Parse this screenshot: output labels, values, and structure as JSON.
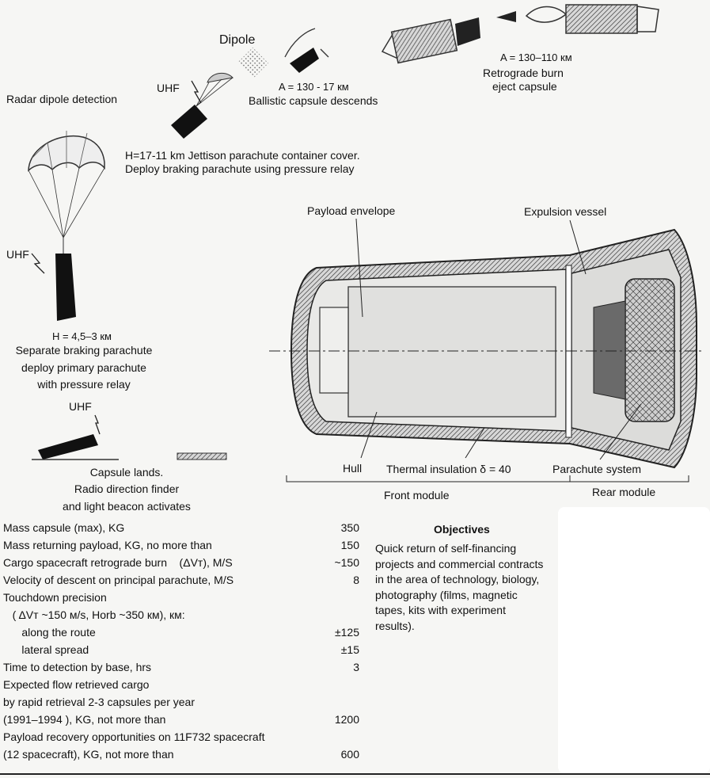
{
  "flight_labels": {
    "dipole": "Dipole",
    "uhf_1": "UHF",
    "radar": "Radar dipole detection",
    "alt_ballistic": "A = 130 - 17 км",
    "ballistic": "Ballistic capsule descends",
    "alt_retro": "A = 130–110 км",
    "retro_1": "Retrograde burn",
    "retro_2": "eject capsule",
    "jettison_1": "H=17-11 km Jettison parachute container cover.",
    "jettison_2": "Deploy braking parachute using pressure relay",
    "uhf_2": "UHF",
    "alt_primary": "H = 4,5–3 км",
    "separate_1": "Separate braking parachute",
    "separate_2": "deploy primary parachute",
    "separate_3": "with pressure relay",
    "uhf_3": "UHF",
    "lands_1": "Capsule lands.",
    "lands_2": "Radio direction finder",
    "lands_3": "and light beacon activates"
  },
  "capsule_labels": {
    "payload_envelope": "Payload envelope",
    "expulsion_vessel": "Expulsion vessel",
    "hull": "Hull",
    "thermal": "Thermal insulation δ = 40",
    "parachute_system": "Parachute system",
    "front_module": "Front module",
    "rear_module": "Rear module"
  },
  "specs": [
    {
      "label": "Mass capsule (max), KG",
      "value": "350"
    },
    {
      "label": "Mass returning payload, KG, no more than",
      "value": "150"
    },
    {
      "label": "Cargo spacecraft retrograde burn    (ΔVт), M/S",
      "value": "~150"
    },
    {
      "label": "Velocity of descent  on principal parachute, M/S",
      "value": "8"
    },
    {
      "label": "Touchdown precision",
      "value": ""
    },
    {
      "label": "   ( ΔVт ~150 м/s, Horb ~350 км), км:",
      "value": ""
    },
    {
      "label": "      along the route",
      "value": "±125"
    },
    {
      "label": "      lateral spread",
      "value": "±15"
    },
    {
      "label": "Time to detection by base, hrs",
      "value": "3"
    },
    {
      "label": "Expected flow retrieved cargo",
      "value": ""
    },
    {
      "label": "by rapid retrieval 2-3 capsules per year",
      "value": ""
    },
    {
      "label": "(1991–1994 ), KG, not more than",
      "value": "1200"
    },
    {
      "label": "Payload recovery opportunities on 11F732 spacecraft",
      "value": ""
    },
    {
      "label": "(12 spacecraft), KG, not more than",
      "value": "600"
    }
  ],
  "objectives": {
    "title": "Objectives",
    "text": "Quick return of self-financing projects and commercial contracts in the area of technology, biology, photography (films, magnetic tapes, kits with experiment results)."
  }
}
